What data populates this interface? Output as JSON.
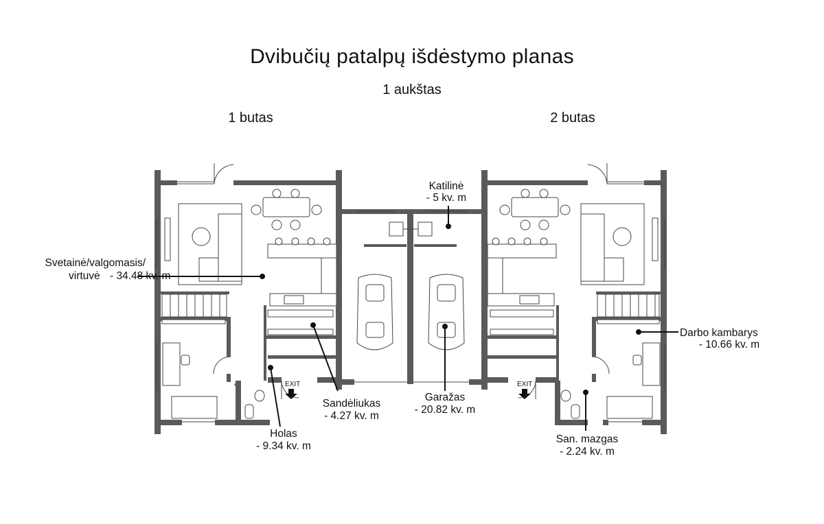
{
  "title": "Dvibučių patalpų išdėstymo planas",
  "floor": "1 aukštas",
  "units": [
    "1 butas",
    "2 butas"
  ],
  "rooms": {
    "katiline": {
      "name": "Katilinė",
      "area": "- 5 kv. m"
    },
    "svetaine": {
      "name": "Svetainė/valgomasis/",
      "name2": "virtuvė",
      "area": "- 34.48 kv. m"
    },
    "darbo": {
      "name": "Darbo kambarys",
      "area": "- 10.66 kv. m"
    },
    "sandeliukas": {
      "name": "Sandėliukas",
      "area": "- 4.27 kv. m"
    },
    "garazas": {
      "name": "Garažas",
      "area": "- 20.82 kv. m"
    },
    "holas": {
      "name": "Holas",
      "area": "- 9.34 kv. m"
    },
    "san_mazgas": {
      "name": "San. mazgas",
      "area": "- 2.24 kv. m"
    }
  },
  "exit_label": "EXIT",
  "colors": {
    "wall": "#5a5a5a",
    "line": "#111111",
    "furniture": "#444444"
  }
}
